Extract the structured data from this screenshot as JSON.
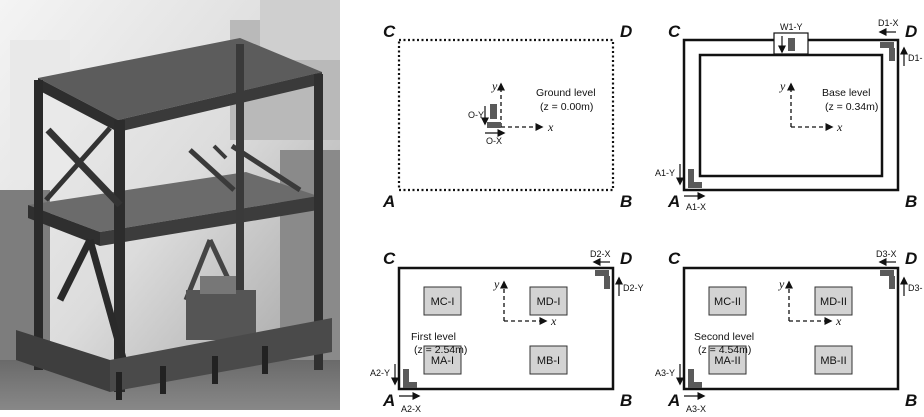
{
  "panels": {
    "ground": {
      "corners": [
        "C",
        "D",
        "A",
        "B"
      ],
      "level_name": "Ground level",
      "level_z": "(z = 0.00m)",
      "sensors": [
        "O-Y",
        "O-X"
      ],
      "axes": [
        "y",
        "x"
      ]
    },
    "base": {
      "corners": [
        "C",
        "D",
        "A",
        "B"
      ],
      "level_name": "Base level",
      "level_z": "(z = 0.34m)",
      "sensors": [
        "W1-Y",
        "D1-X",
        "D1-",
        "A1-Y",
        "A1-X"
      ],
      "axes": [
        "y",
        "x"
      ]
    },
    "first": {
      "corners": [
        "C",
        "D",
        "A",
        "B"
      ],
      "level_name": "First level",
      "level_z": "(z = 2.54m)",
      "sensors": [
        "D2-X",
        "D2-Y",
        "A2-Y",
        "A2-X"
      ],
      "masses": [
        "MC-I",
        "MD-I",
        "MA-I",
        "MB-I"
      ],
      "axes": [
        "y",
        "x"
      ]
    },
    "second": {
      "corners": [
        "C",
        "D",
        "A",
        "B"
      ],
      "level_name": "Second level",
      "level_z": "(z = 4.54m)",
      "sensors": [
        "D3-X",
        "D3-",
        "A3-Y",
        "A3-X"
      ],
      "masses": [
        "MC-II",
        "MD-II",
        "MA-II",
        "MB-II"
      ],
      "axes": [
        "y",
        "x"
      ]
    }
  },
  "colors": {
    "ink": "#111111",
    "sensor": "#5a5a5a",
    "mass_fill": "#d3d3d3",
    "photo_sky": "#eeeeee",
    "photo_steel": "#3c3c3c"
  }
}
